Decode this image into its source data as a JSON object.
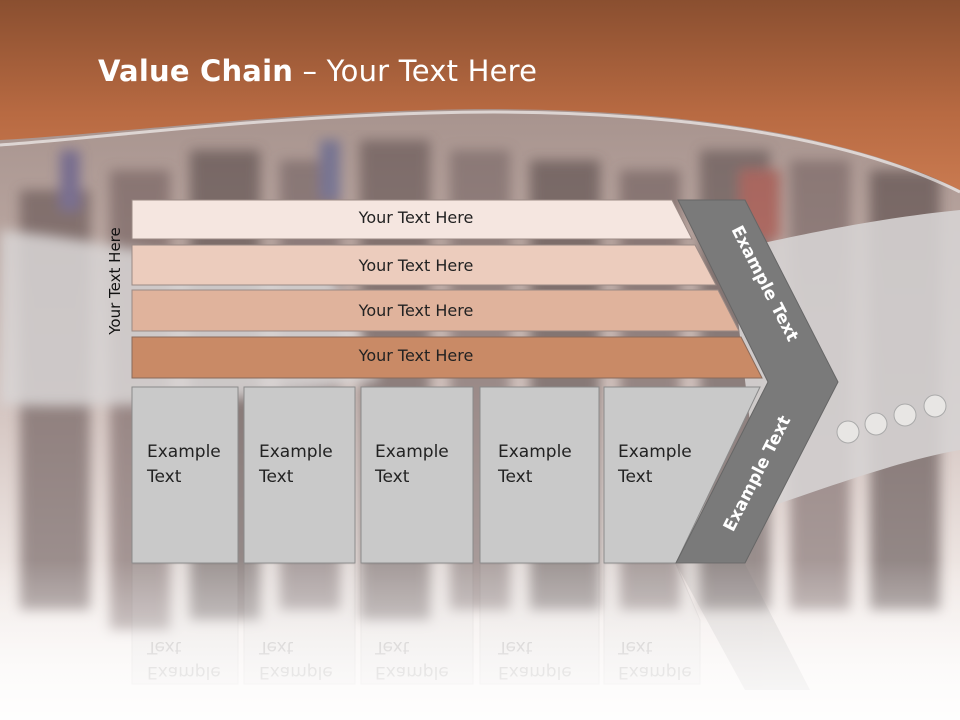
{
  "slide": {
    "title_bold": "Value Chain",
    "title_rest": " – Your Text Here",
    "side_label": "Your Text Here"
  },
  "rows": [
    "Your Text Here",
    "Your Text Here",
    "Your Text Here",
    "Your Text Here"
  ],
  "boxes": [
    {
      "line1": "Example",
      "line2": "Text"
    },
    {
      "line1": "Example",
      "line2": "Text"
    },
    {
      "line1": "Example",
      "line2": "Text"
    },
    {
      "line1": "Example",
      "line2": "Text"
    },
    {
      "line1": "Example",
      "line2": "Text"
    }
  ],
  "arrow": {
    "upper_label": "Example Text",
    "lower_label": "Example Text"
  },
  "colors": {
    "header": "#b86a42",
    "row1": "#f5e6e0",
    "row2": "#ecccbd",
    "row3": "#e0b39c",
    "row4": "#c98a66",
    "box": "#c9c9c9",
    "arrow": "#7a7a7a"
  }
}
